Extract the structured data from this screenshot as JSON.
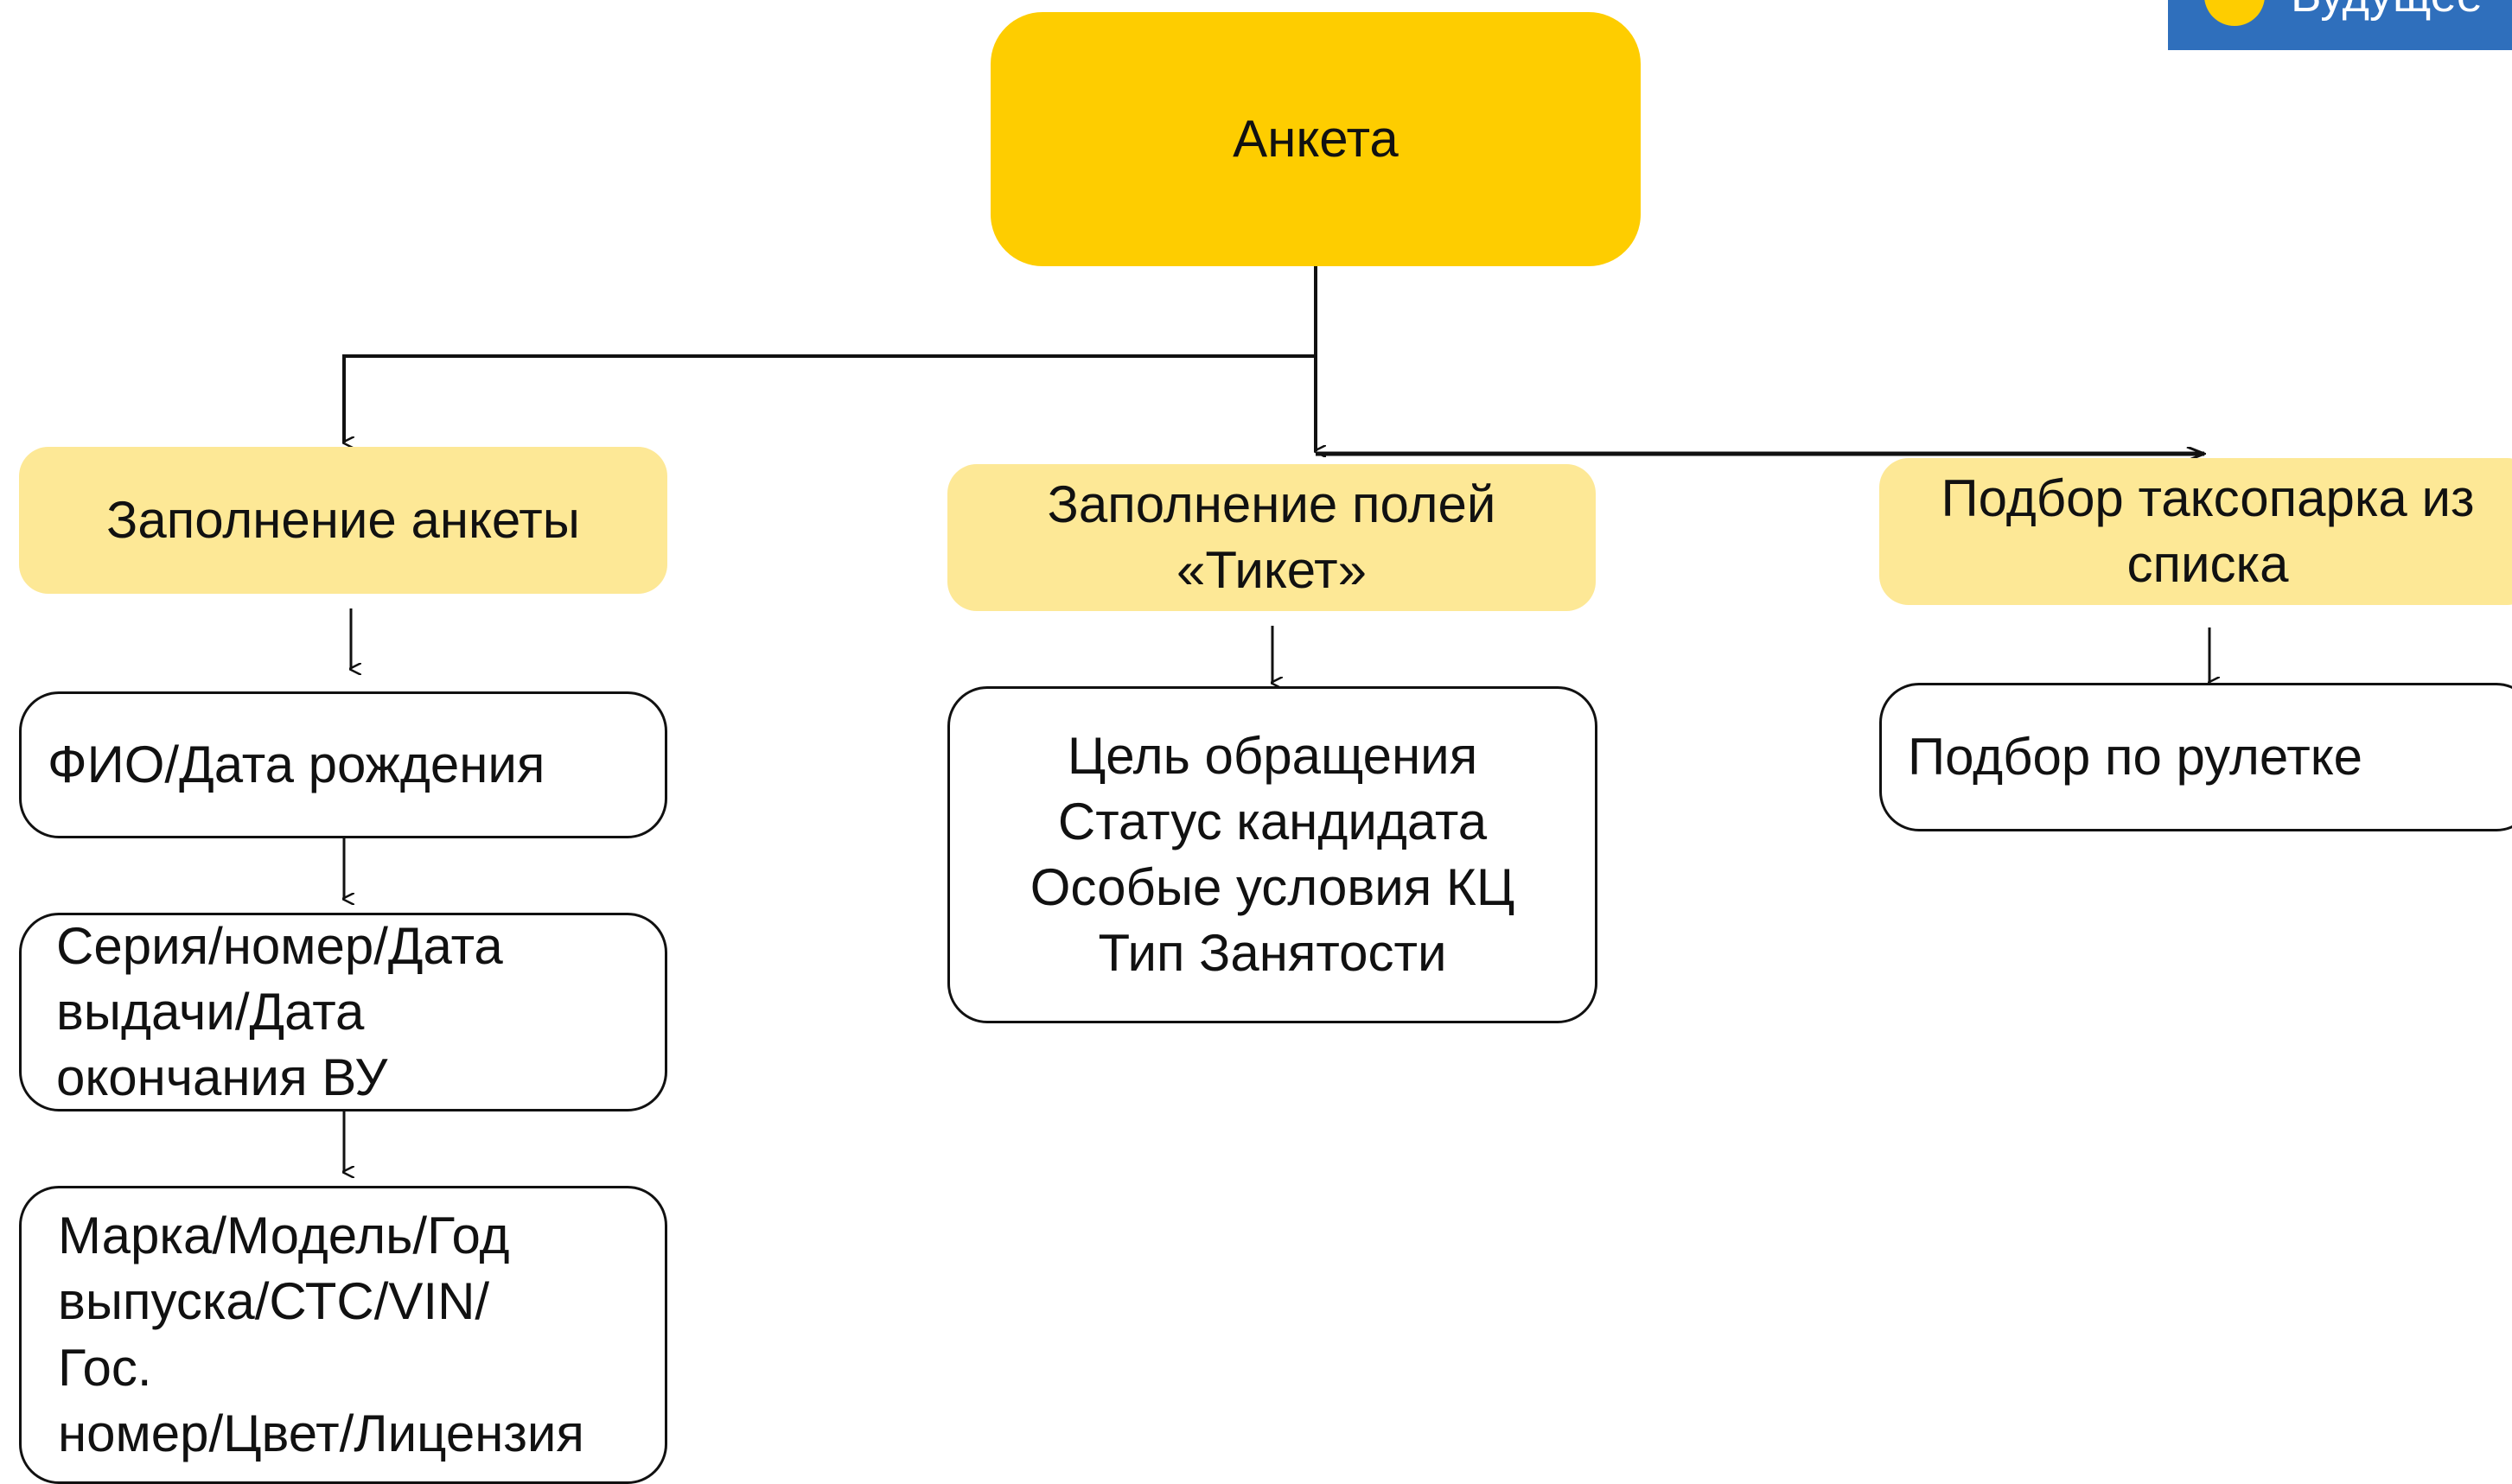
{
  "root": {
    "label": "Анкета"
  },
  "categories": [
    {
      "label": "Заполнение анкеты"
    },
    {
      "label_lines": [
        "Заполнение полей",
        "«Тикет»"
      ]
    },
    {
      "label_lines": [
        "Подбор таксопарка из",
        "списка"
      ]
    }
  ],
  "details": {
    "fio": "ФИО/Дата рождения",
    "document_lines": [
      "Серия/номер/Дата",
      "выдачи/Дата",
      "окончания ВУ"
    ],
    "car_lines": [
      "Марка/Модель/Год",
      "выпуска/СТС/VIN/",
      "Гос.",
      "номер/Цвет/Лицензия"
    ],
    "ticket_lines": [
      "Цель обращения",
      "Статус кандидата",
      "Особые условия КЦ",
      "Тип Занятости"
    ],
    "park": "Подбор по рулетке"
  },
  "badge": {
    "text": "Будущее"
  },
  "colors": {
    "root": "#fecd00",
    "category": "#fde896",
    "badge": "#2f6fbc",
    "line": "#111111"
  }
}
